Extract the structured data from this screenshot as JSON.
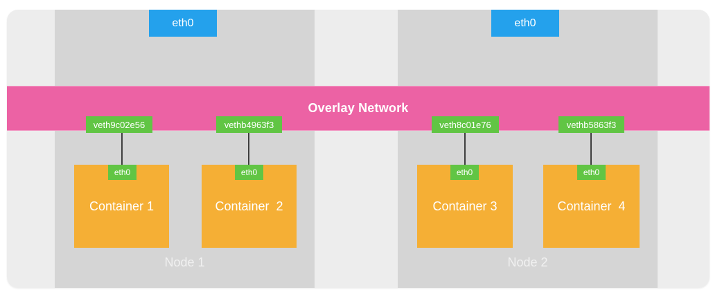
{
  "diagram_title": "Overlay Network",
  "colors": {
    "page_bg": "#FFFFFF",
    "board_bg": "#EDEDED",
    "node_bg": "#D5D5D5",
    "overlay_pink": "#EC62A4",
    "eth_blue": "#24A1EC",
    "veth_green": "#61C544",
    "container_orange": "#F5AF35",
    "connector_line": "#3F3F3F",
    "label_text": "#FFFFFF",
    "node_label_text": "#F1F1F1"
  },
  "overlay": {
    "label": "Overlay Network"
  },
  "nodes": [
    {
      "label": "Node 1",
      "eth_label": "eth0",
      "containers": [
        {
          "name": "Container 1",
          "eth": "eth0",
          "veth": "veth9c02e56"
        },
        {
          "name": "Container  2",
          "eth": "eth0",
          "veth": "vethb4963f3"
        }
      ]
    },
    {
      "label": "Node 2",
      "eth_label": "eth0",
      "containers": [
        {
          "name": "Container 3",
          "eth": "eth0",
          "veth": "veth8c01e76"
        },
        {
          "name": "Container  4",
          "eth": "eth0",
          "veth": "vethb5863f3"
        }
      ]
    }
  ]
}
